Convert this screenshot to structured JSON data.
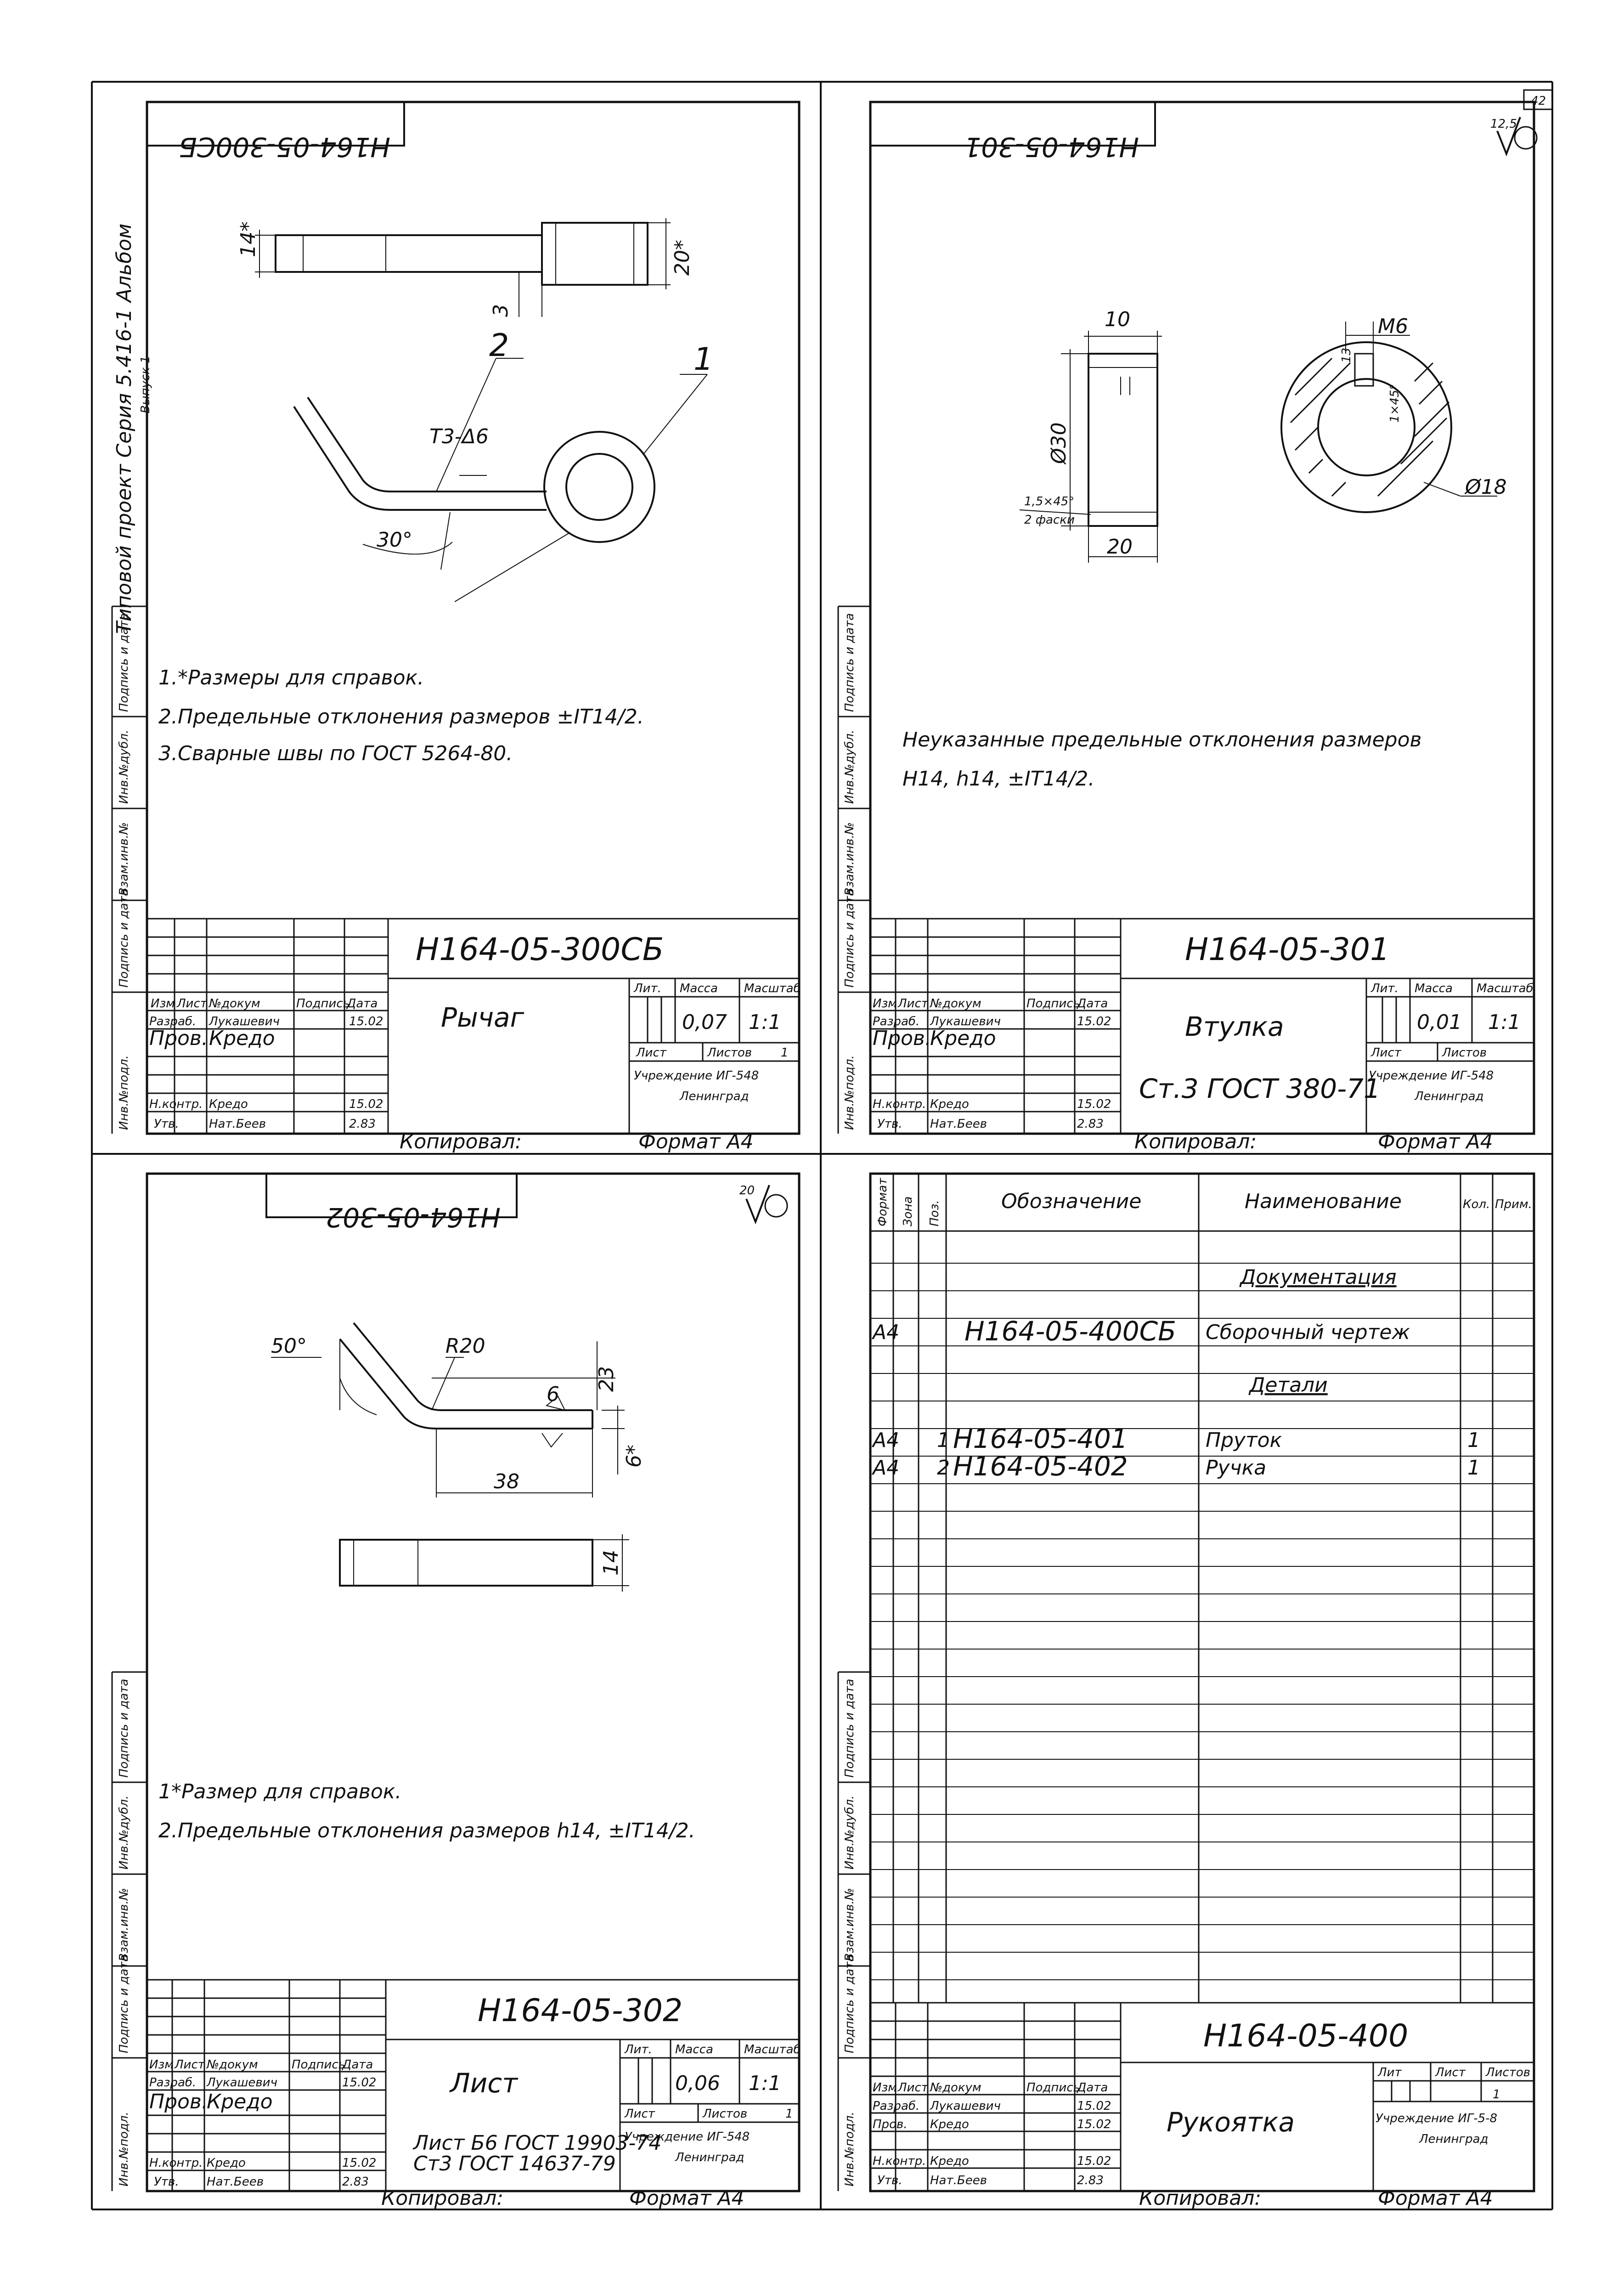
{
  "page": {
    "sheet_no": "42",
    "copied_label": "Копировал:",
    "format_label": "Формат А4"
  },
  "side_stamp": {
    "project_line": "Типовой проект Серия 5.416-1 Альбом",
    "issue": "Выпуск 1"
  },
  "side_cols": [
    "Инв.№подл.",
    "Подпись и дата",
    "Взам.инв.№",
    "Инв.№дубл.",
    "Подпись и дата"
  ],
  "common": {
    "col_heads": [
      "Изм",
      "Лист",
      "№докум",
      "Подпись",
      "Дата"
    ],
    "roles": [
      "Разраб.",
      "Пров.",
      "Н.контр.",
      "Утв."
    ],
    "names": [
      "Лукашевич",
      "Кредо",
      "Кредо",
      "Нат.Беев"
    ],
    "dates": [
      "15.02",
      "15.02",
      "15.02",
      "2.83"
    ],
    "stage_heads": [
      "Лит.",
      "Масса",
      "Масштаб"
    ],
    "sheet_label": "Лист",
    "sheets_label": "Листов",
    "org": "Учреждение ИГ-548",
    "city": "Ленинград"
  },
  "sheets": [
    {
      "code_box": "Н164-05-300СБ",
      "title_code": "Н164-05-300СБ",
      "name": "Рычаг",
      "mass": "0,07",
      "scale": "1:1",
      "sheets_count": "1",
      "material": "",
      "dims": {
        "d14": "14*",
        "d20": "20*",
        "d3": "3",
        "p1": "1",
        "p2": "2",
        "weld": "Т3-Δ6",
        "ang": "30°"
      },
      "notes": [
        "1.*Размеры для справок.",
        "2.Предельные отклонения размеров ±IT14/2.",
        "3.Сварные швы по ГОСТ 5264-80."
      ]
    },
    {
      "code_box": "Н164-05-301",
      "title_code": "Н164-05-301",
      "name": "Втулка",
      "mass": "0,01",
      "scale": "1:1",
      "sheets_count": "",
      "material": "Ст.3 ГОСТ 380-71",
      "roughness": "12,5",
      "dims": {
        "d10": "10",
        "d30": "Ø30",
        "d20": "20",
        "ch": "1,5×45°",
        "ch2": "2 фаски",
        "m6": "М6",
        "f18": "Ø18",
        "c1": "1×45°",
        "c2": "13"
      },
      "notes": [
        "Неуказанные предельные отклонения размеров",
        "Н14, h14, ±IT14/2."
      ]
    },
    {
      "code_box": "Н164-05-302",
      "title_code": "Н164-05-302",
      "name": "Лист",
      "mass": "0,06",
      "scale": "1:1",
      "sheets_count": "1",
      "material_1": "Лист Б6 ГОСТ 19903-74",
      "material_2": "Ст3 ГОСТ 14637-79",
      "roughness": "20",
      "dims": {
        "a50": "50°",
        "r20": "R20",
        "d23": "23",
        "d6": "6",
        "d38": "38",
        "d6s": "6*",
        "d14": "14"
      },
      "notes": [
        "1*Размер для справок.",
        "2.Предельные отклонения размеров h14, ±IT14/2."
      ]
    }
  ],
  "spec": {
    "heads": [
      "Формат",
      "Зона",
      "Поз.",
      "Обозначение",
      "Наименование",
      "Кол.",
      "Прим."
    ],
    "rows": [
      {
        "fmt": "",
        "pos": "",
        "code": "",
        "name": "Документация",
        "qty": "",
        "section": true
      },
      {
        "fmt": "А4",
        "pos": "",
        "code": "Н164-05-400СБ",
        "name": "Сборочный чертеж",
        "qty": "",
        "section": false
      },
      {
        "fmt": "",
        "pos": "",
        "code": "",
        "name": "Детали",
        "qty": "",
        "section": true
      },
      {
        "fmt": "А4",
        "pos": "1",
        "code": "Н164-05-401",
        "name": "Пруток",
        "qty": "1",
        "section": false
      },
      {
        "fmt": "А4",
        "pos": "2",
        "code": "Н164-05-402",
        "name": "Ручка",
        "qty": "1",
        "section": false
      }
    ],
    "title_code": "Н164-05-400",
    "name": "Рукоятка",
    "stage_heads": [
      "Лит",
      "Лист",
      "Листов"
    ],
    "sheets_count": "1",
    "org": "Учреждение ИГ-5-8",
    "city": "Ленинград"
  }
}
